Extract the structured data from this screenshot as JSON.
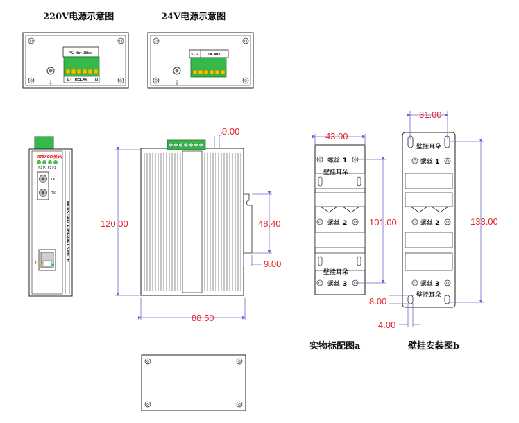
{
  "titles": {
    "power_220v": "220V电源示意图",
    "power_24v": "24V电源示意图",
    "photo_a": "实物标配图a",
    "wall_b": "壁挂安装图b"
  },
  "power_220v_panel": {
    "label": "AC 85~265V",
    "bottom_left": "L+",
    "bottom_mid": "RELAY",
    "bottom_right": "N-"
  },
  "power_24v_panel": {
    "label_left": "V+ V-",
    "label_right": "DC 48V"
  },
  "front_panel": {
    "brand": "Mexon",
    "brand_cn": "美讯",
    "led_labels": "P2 P1 F2 F1",
    "port1_num": "1",
    "port2_num": "2",
    "tx": "TX",
    "rx": "RX",
    "vertical_text": "INDUSTRIAL ETHERNET SWITCH"
  },
  "dimensions": {
    "top_gap": "9.00",
    "height": "120.00",
    "rail_height": "48.40",
    "rail_depth": "9.00",
    "depth": "88.50",
    "bracket_width": "43.00",
    "screw_spacing": "101.00",
    "ear_spacing": "31.00",
    "mount_height": "133.00",
    "hole_offset": "8.00",
    "hole_width": "4.00"
  },
  "bracket_a": {
    "screw1": "螺丝",
    "screw1_num": "1",
    "ear": "壁挂耳朵",
    "screw2": "螺丝",
    "screw2_num": "2",
    "ear2": "壁挂耳朵",
    "screw3": "螺丝",
    "screw3_num": "3"
  },
  "bracket_b": {
    "ear_top": "壁挂耳朵",
    "screw1": "螺丝",
    "screw1_num": "1",
    "screw2": "螺丝",
    "screw2_num": "2",
    "screw3": "螺丝",
    "screw3_num": "3",
    "ear_bottom": "壁挂耳朵"
  }
}
